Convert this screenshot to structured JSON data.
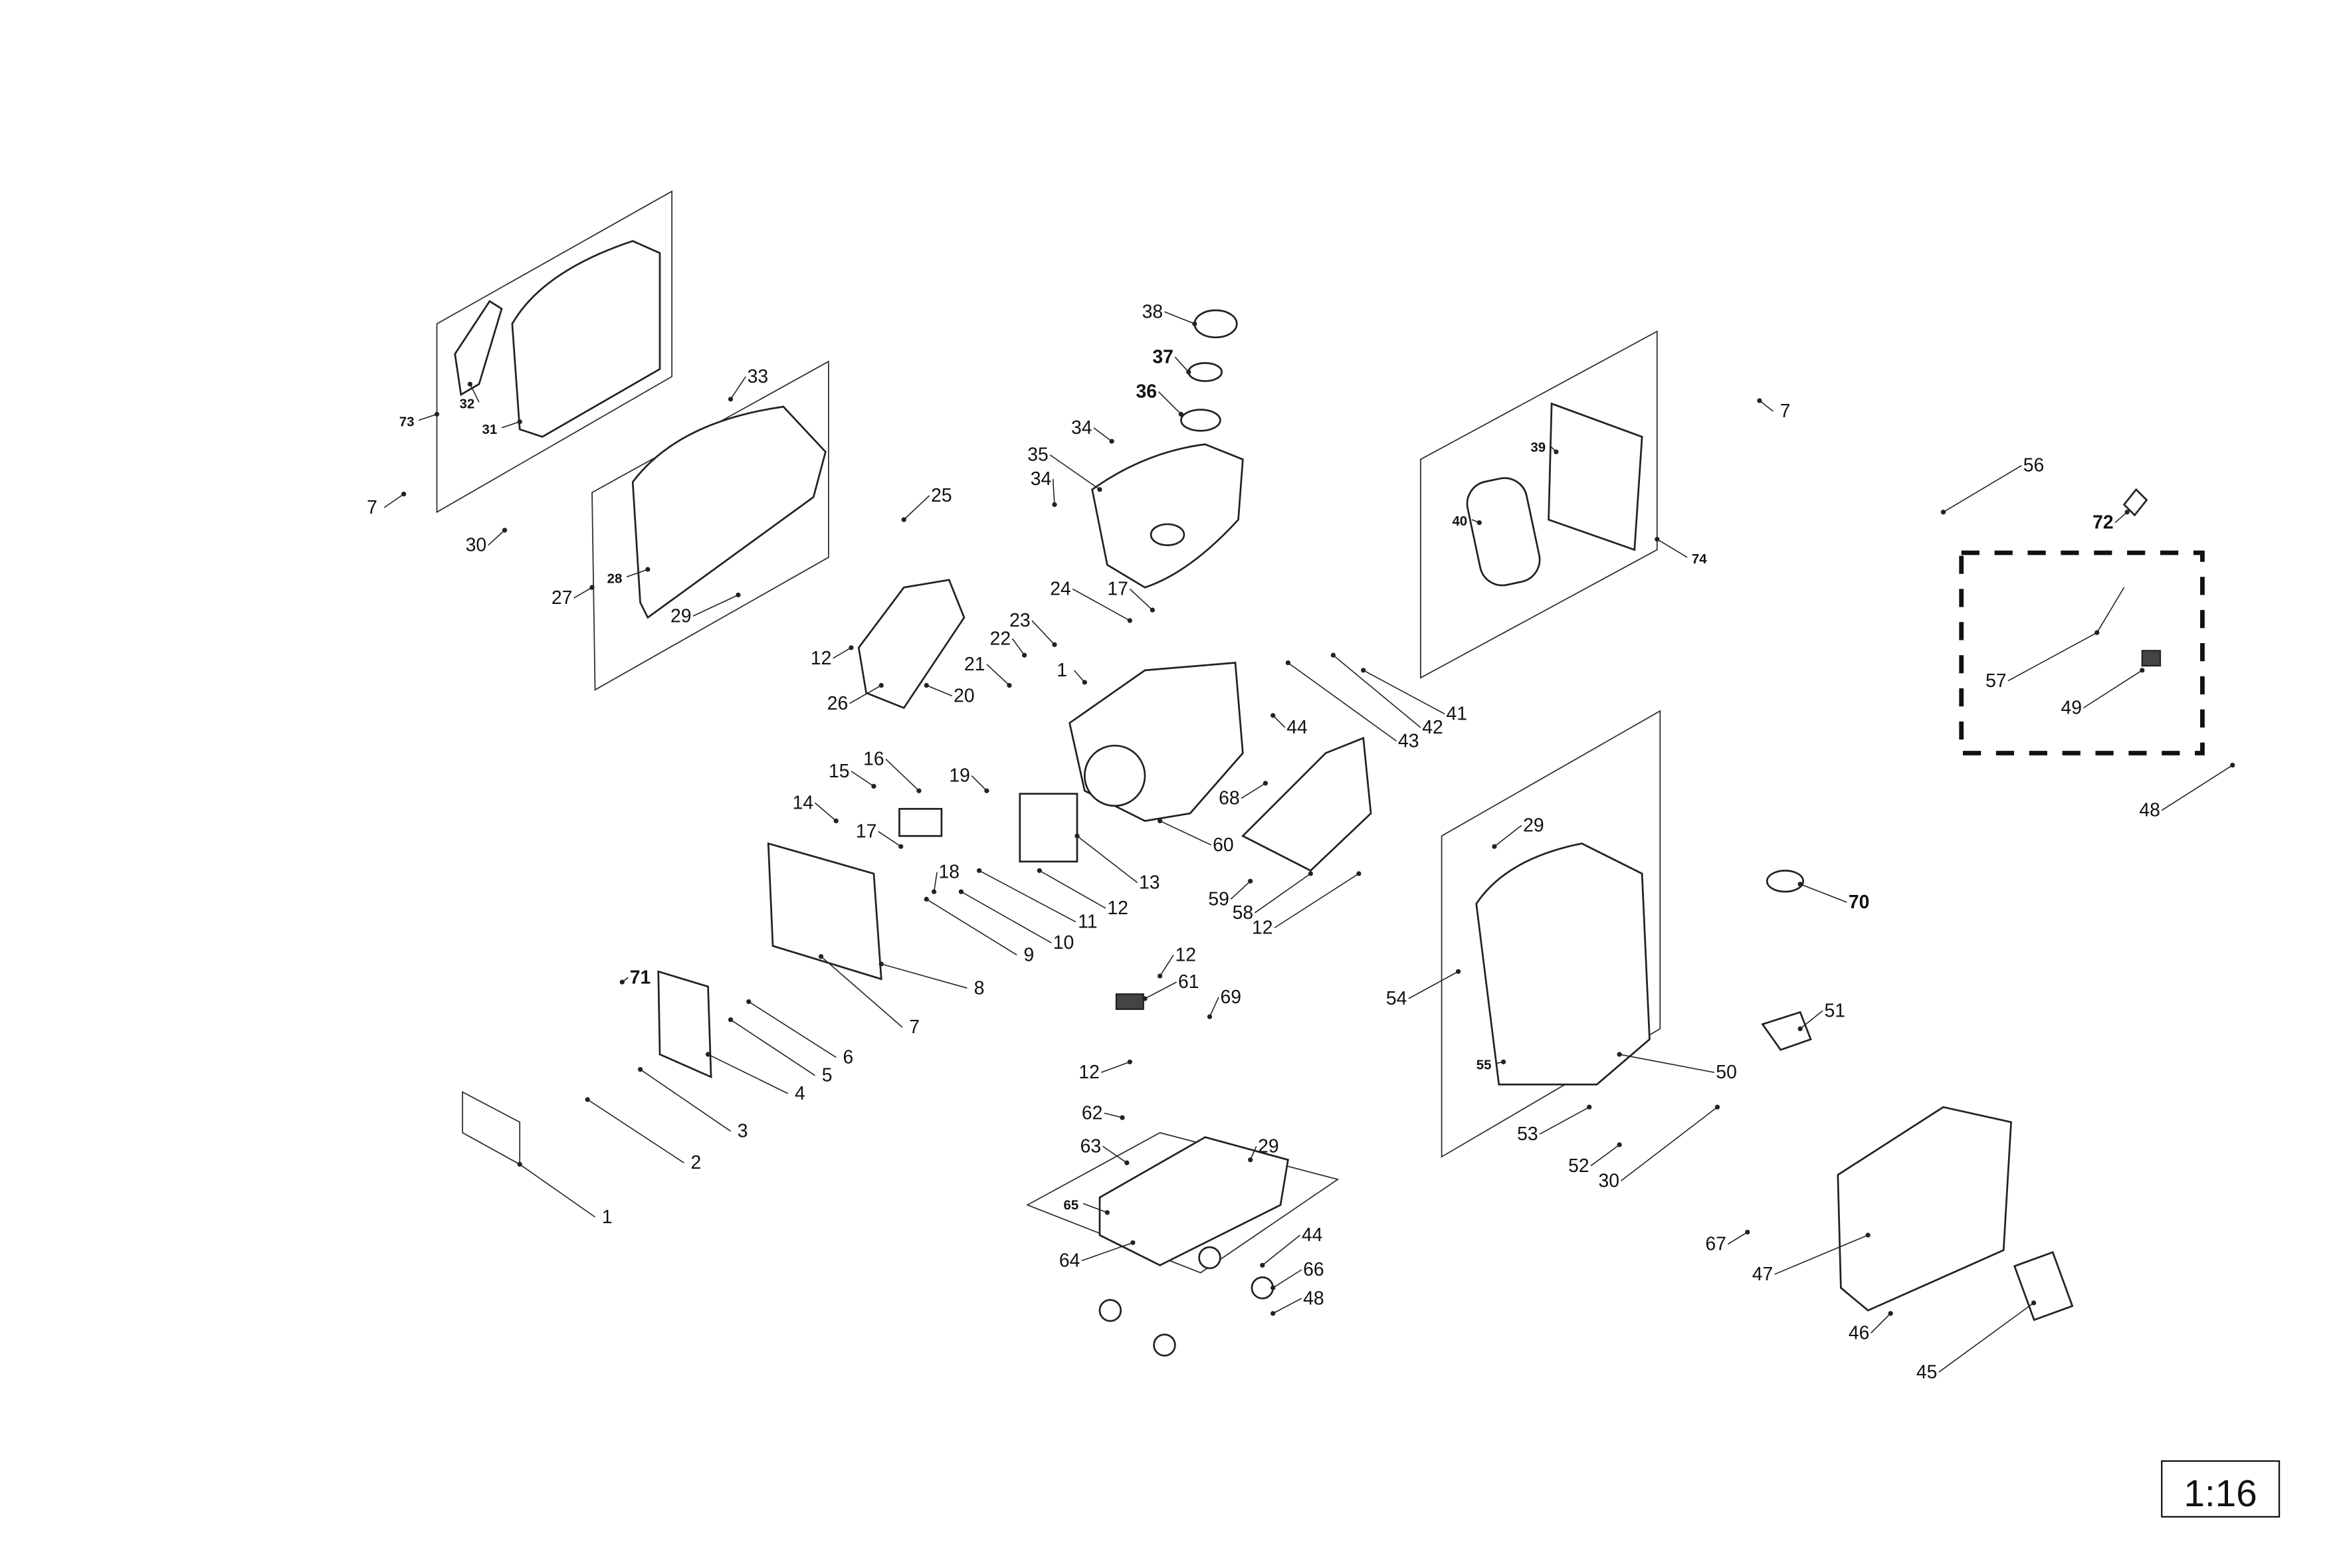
{
  "diagram": {
    "type": "exploded-parts-diagram",
    "scale_label": "1:16",
    "labels": [
      "73",
      "32",
      "31",
      "33",
      "7",
      "30",
      "28",
      "27",
      "29",
      "25",
      "12",
      "26",
      "20",
      "21",
      "22",
      "23",
      "24",
      "17",
      "1",
      "38",
      "37",
      "36",
      "34",
      "35",
      "34",
      "39",
      "40",
      "74",
      "7",
      "56",
      "72",
      "57",
      "49",
      "48",
      "41",
      "42",
      "43",
      "44",
      "68",
      "60",
      "59",
      "58",
      "12",
      "16",
      "15",
      "19",
      "14",
      "17",
      "18",
      "13",
      "12",
      "11",
      "10",
      "9",
      "8",
      "7",
      "6",
      "5",
      "4",
      "3",
      "2",
      "1",
      "71",
      "12",
      "61",
      "69",
      "12",
      "62",
      "63",
      "29",
      "65",
      "64",
      "44",
      "66",
      "48",
      "29",
      "54",
      "55",
      "53",
      "52",
      "30",
      "50",
      "70",
      "51",
      "67",
      "47",
      "46",
      "45"
    ]
  }
}
